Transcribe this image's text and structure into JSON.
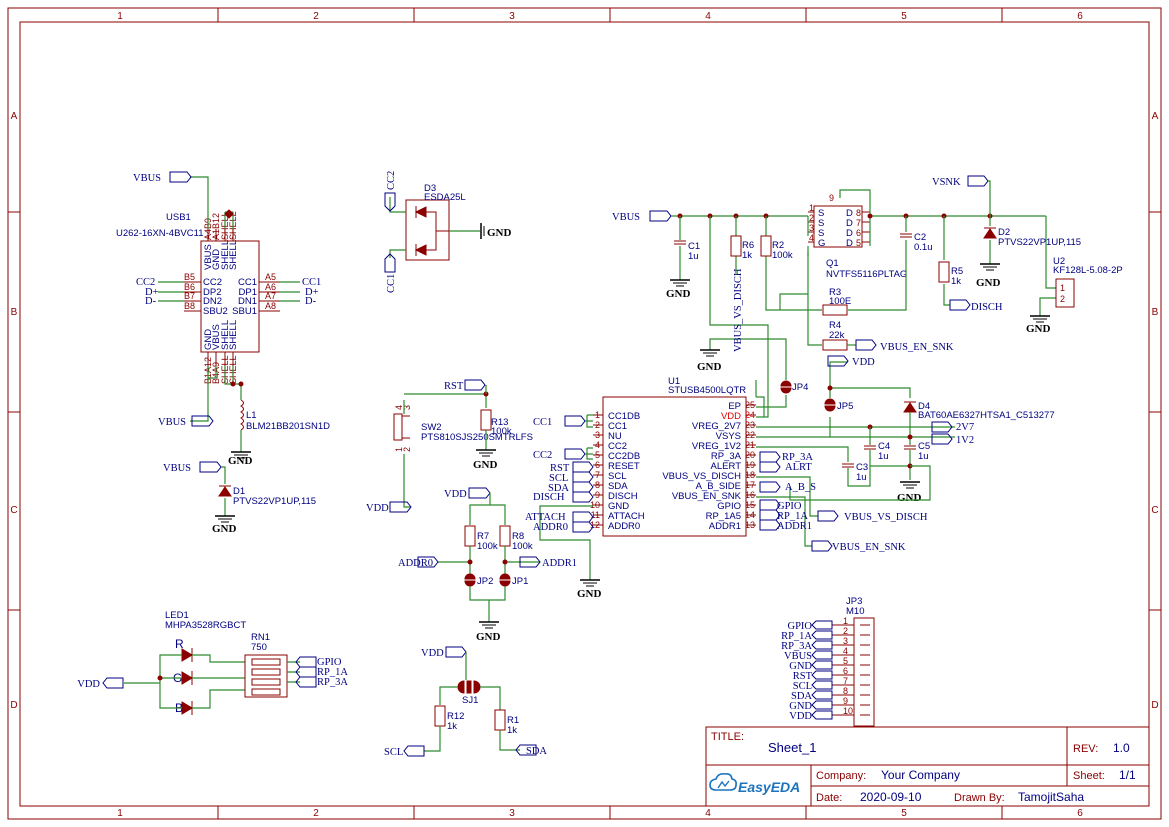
{
  "frame": {
    "cols": [
      "1",
      "2",
      "3",
      "4",
      "5",
      "6"
    ],
    "rows": [
      "A",
      "B",
      "C",
      "D"
    ]
  },
  "title_block": {
    "title_label": "TITLE:",
    "title": "Sheet_1",
    "rev_label": "REV:",
    "rev": "1.0",
    "company_label": "Company:",
    "company": "Your Company",
    "sheet_label": "Sheet:",
    "sheet": "1/1",
    "date_label": "Date:",
    "date": "2020-09-10",
    "drawn_label": "Drawn By:",
    "drawn": "TamojitSaha",
    "logo": "EasyEDA"
  },
  "nets": {
    "vbus": "VBUS",
    "gnd": "GND",
    "vdd": "VDD",
    "cc1": "CC1",
    "cc2": "CC2",
    "dp": "D+",
    "dn": "D-",
    "rst": "RST",
    "scl": "SCL",
    "sda": "SDA",
    "disch": "DISCH",
    "attach": "ATTACH",
    "addr0": "ADDR0",
    "addr1": "ADDR1",
    "vsnk": "VSNK",
    "vbus_vs_disch": "VBUS_VS_DISCH",
    "vbus_en_snk": "VBUS_EN_SNK",
    "v2v7": "2V7",
    "v1v2": "1V2",
    "rp3a": "RP_3A",
    "rp1a": "RP_1A",
    "alrt": "ALRT",
    "absd": "A_B_S",
    "gpio": "GPIO"
  },
  "parts": {
    "usb1": {
      "ref": "USB1",
      "value": "U262-16XN-4BVC11"
    },
    "d3": {
      "ref": "D3",
      "value": "ESDA25L"
    },
    "l1": {
      "ref": "L1",
      "value": "BLM21BB201SN1D"
    },
    "d1": {
      "ref": "D1",
      "value": "PTVS22VP1UP,115"
    },
    "sw2": {
      "ref": "SW2",
      "value": "PTS810SJS250SMTRLFS"
    },
    "r13": {
      "ref": "R13",
      "value": "100k"
    },
    "u1": {
      "ref": "U1",
      "value": "STUSB4500LQTR"
    },
    "c1": {
      "ref": "C1",
      "value": "1u"
    },
    "r6": {
      "ref": "R6",
      "value": "1k"
    },
    "r2": {
      "ref": "R2",
      "value": "100k"
    },
    "q1": {
      "ref": "Q1",
      "value": "NVTFS5116PLTAG"
    },
    "c2": {
      "ref": "C2",
      "value": "0.1u"
    },
    "r5": {
      "ref": "R5",
      "value": "1k"
    },
    "d2": {
      "ref": "D2",
      "value": "PTVS22VP1UP,115"
    },
    "u2": {
      "ref": "U2",
      "value": "KF128L-5.08-2P"
    },
    "r3": {
      "ref": "R3",
      "value": "100E"
    },
    "r4": {
      "ref": "R4",
      "value": "22k"
    },
    "jp4": {
      "ref": "JP4"
    },
    "jp5": {
      "ref": "JP5"
    },
    "d4": {
      "ref": "D4",
      "value": "BAT60AE6327HTSA1_C513277"
    },
    "c4": {
      "ref": "C4",
      "value": "1u"
    },
    "c5": {
      "ref": "C5",
      "value": "1u"
    },
    "c3": {
      "ref": "C3",
      "value": "1u"
    },
    "r7": {
      "ref": "R7",
      "value": "100k"
    },
    "r8": {
      "ref": "R8",
      "value": "100k"
    },
    "jp2": {
      "ref": "JP2"
    },
    "jp1": {
      "ref": "JP1"
    },
    "led1": {
      "ref": "LED1",
      "value": "MHPA3528RGBCT"
    },
    "rn1": {
      "ref": "RN1",
      "value": "750"
    },
    "sj1": {
      "ref": "SJ1"
    },
    "r12": {
      "ref": "R12",
      "value": "1k"
    },
    "r1": {
      "ref": "R1",
      "value": "1k"
    },
    "jp3": {
      "ref": "JP3",
      "value": "M10"
    }
  },
  "usb_pins": {
    "top_nums": [
      "A4B9",
      "A1B12",
      "SHELL",
      "SHELL"
    ],
    "top_names": [
      "VBUS",
      "GND",
      "SHELL",
      "SHELL"
    ],
    "bot_nums": [
      "B1A12",
      "B4A9",
      "SHELL",
      "SHELL"
    ],
    "bot_names": [
      "GND",
      "VBUS",
      "SHELL",
      "SHELL"
    ],
    "left": [
      {
        "num": "B5",
        "name": "CC2"
      },
      {
        "num": "B6",
        "name": "DP2"
      },
      {
        "num": "B7",
        "name": "DN2"
      },
      {
        "num": "B8",
        "name": "SBU2"
      }
    ],
    "right": [
      {
        "num": "A5",
        "name": "CC1"
      },
      {
        "num": "A6",
        "name": "DP1"
      },
      {
        "num": "A7",
        "name": "DN1"
      },
      {
        "num": "A8",
        "name": "SBU1"
      }
    ]
  },
  "u1_pins": {
    "left": [
      {
        "num": "1",
        "name": "CC1DB"
      },
      {
        "num": "2",
        "name": "CC1"
      },
      {
        "num": "3",
        "name": "NU"
      },
      {
        "num": "4",
        "name": "CC2"
      },
      {
        "num": "5",
        "name": "CC2DB"
      },
      {
        "num": "6",
        "name": "RESET"
      },
      {
        "num": "7",
        "name": "SCL"
      },
      {
        "num": "8",
        "name": "SDA"
      },
      {
        "num": "9",
        "name": "DISCH"
      },
      {
        "num": "10",
        "name": "GND"
      },
      {
        "num": "11",
        "name": "ATTACH"
      },
      {
        "num": "12",
        "name": "ADDR0"
      }
    ],
    "right": [
      {
        "num": "25",
        "name": "EP"
      },
      {
        "num": "24",
        "name": "VDD"
      },
      {
        "num": "23",
        "name": "VREG_2V7"
      },
      {
        "num": "22",
        "name": "VSYS"
      },
      {
        "num": "21",
        "name": "VREG_1V2"
      },
      {
        "num": "20",
        "name": "RP_3A"
      },
      {
        "num": "19",
        "name": "ALERT"
      },
      {
        "num": "18",
        "name": "VBUS_VS_DISCH"
      },
      {
        "num": "17",
        "name": "A_B_SIDE"
      },
      {
        "num": "16",
        "name": "VBUS_EN_SNK"
      },
      {
        "num": "15",
        "name": "GPIO"
      },
      {
        "num": "14",
        "name": "RP_1A5"
      },
      {
        "num": "13",
        "name": "ADDR1"
      }
    ]
  },
  "q1_pins": {
    "left": [
      {
        "num": "1",
        "name": "S"
      },
      {
        "num": "2",
        "name": "S"
      },
      {
        "num": "3",
        "name": "S"
      },
      {
        "num": "4",
        "name": "G"
      }
    ],
    "right": [
      {
        "num": "8",
        "name": "D"
      },
      {
        "num": "7",
        "name": "D"
      },
      {
        "num": "6",
        "name": "D"
      },
      {
        "num": "5",
        "name": "D"
      }
    ],
    "top": "9"
  },
  "u2_pins": [
    "1",
    "2"
  ],
  "jp3_pins": [
    {
      "num": "1",
      "net": "GPIO"
    },
    {
      "num": "2",
      "net": "RP_1A"
    },
    {
      "num": "3",
      "net": "RP_3A"
    },
    {
      "num": "4",
      "net": "VBUS"
    },
    {
      "num": "5",
      "net": "GND"
    },
    {
      "num": "6",
      "net": "RST"
    },
    {
      "num": "7",
      "net": "SCL"
    },
    {
      "num": "8",
      "net": "SDA"
    },
    {
      "num": "9",
      "net": "GND"
    },
    {
      "num": "10",
      "net": "VDD"
    }
  ],
  "led_channels": [
    "R",
    "G",
    "B"
  ],
  "rn_nets": [
    "GPIO",
    "RP_1A",
    "RP_3A"
  ],
  "sw_pins": [
    "4",
    "3",
    "1",
    "2"
  ],
  "jumper_pins": [
    "1",
    "2"
  ]
}
